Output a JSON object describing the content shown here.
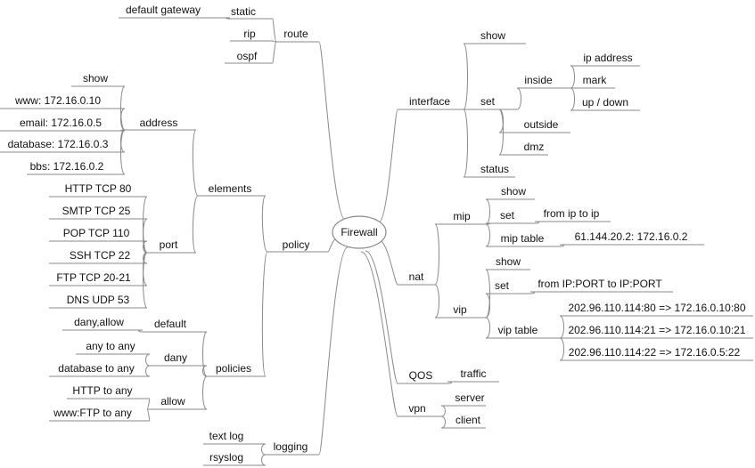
{
  "root": "Firewall",
  "branches": {
    "route": {
      "label": "route",
      "static": "static",
      "default_gateway": "default gateway",
      "rip": "rip",
      "ospf": "ospf"
    },
    "policy": {
      "label": "policy",
      "elements": {
        "label": "elements",
        "address": {
          "label": "address",
          "items": [
            "show",
            "www: 172.16.0.10",
            "email: 172.16.0.5",
            "database: 172.16.0.3",
            "bbs: 172.16.0.2"
          ]
        },
        "port": {
          "label": "port",
          "items": [
            "HTTP TCP 80",
            "SMTP TCP 25",
            "POP TCP 110",
            "SSH TCP 22",
            "FTP TCP 20-21",
            "DNS UDP 53"
          ]
        }
      },
      "policies": {
        "label": "policies",
        "default": {
          "label": "default",
          "items": [
            "dany,allow"
          ]
        },
        "dany": {
          "label": "dany",
          "items": [
            "any to any",
            "database to any"
          ]
        },
        "allow": {
          "label": "allow",
          "items": [
            "HTTP to any",
            "www:FTP to any"
          ]
        }
      }
    },
    "logging": {
      "label": "logging",
      "items": [
        "text log",
        "rsyslog"
      ]
    },
    "interface": {
      "label": "interface",
      "show": "show",
      "set": {
        "label": "set",
        "inside": {
          "label": "inside",
          "items": [
            "ip address",
            "mark",
            "up / down"
          ]
        },
        "outside": "outside",
        "dmz": "dmz"
      },
      "status": "status"
    },
    "nat": {
      "label": "nat",
      "mip": {
        "label": "mip",
        "show": "show",
        "set": "set",
        "set_value": "from ip to ip",
        "table": "mip table",
        "table_value": "61.144.20.2: 172.16.0.2"
      },
      "vip": {
        "label": "vip",
        "show": "show",
        "set": "set",
        "set_value": "from IP:PORT to IP:PORT",
        "table": "vip table",
        "table_items": [
          "202.96.110.114:80 => 172.16.0.10:80",
          "202.96.110.114:21 => 172.16.0.10:21",
          "202.96.110.114:22 => 172.16.0.5:22"
        ]
      }
    },
    "qos": {
      "label": "QOS",
      "traffic": "traffic"
    },
    "vpn": {
      "label": "vpn",
      "items": [
        "server",
        "client"
      ]
    }
  }
}
